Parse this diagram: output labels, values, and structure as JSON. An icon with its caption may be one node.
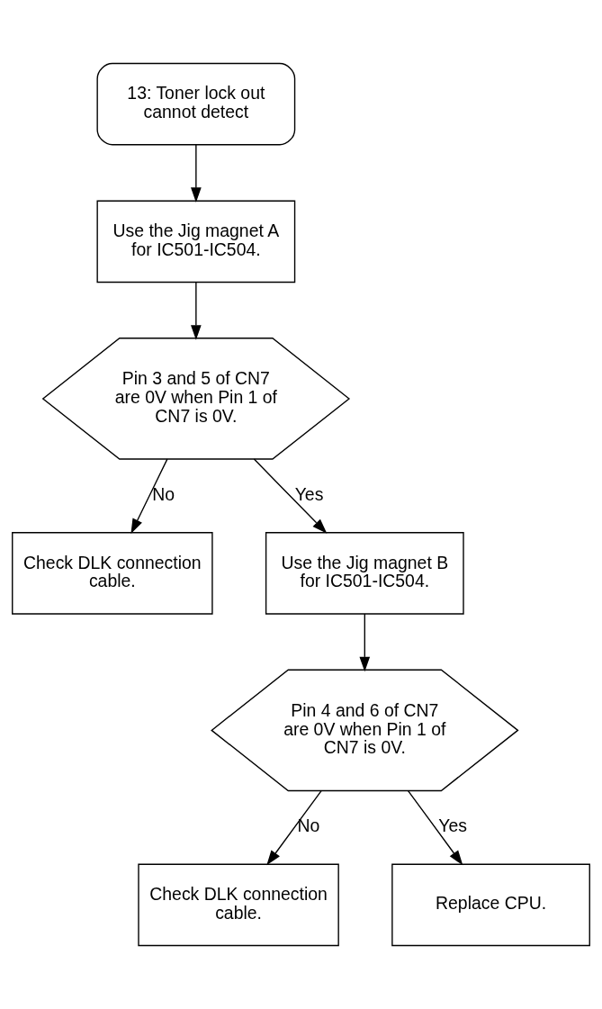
{
  "diagram": {
    "nodes": [
      {
        "text": [
          "13: Toner lock out cannot detect"
        ]
      },
      {
        "text": [
          "Use the Jig magnet A for IC501-IC504."
        ]
      },
      {
        "text": [
          "Pin 3 and 5 of CN7 are 0V when Pin 1 of CN7 is 0V."
        ]
      },
      {
        "text": [
          "Check DLK connection cable."
        ]
      },
      {
        "text": [
          "Use the Jig magnet B for IC501-IC504."
        ]
      },
      {
        "text": [
          "Pin 4 and 6 of CN7 are 0V when Pin 1 of CN7 is 0V."
        ]
      },
      {
        "text": [
          "Check DLK connection cable."
        ]
      },
      {
        "text": [
          "Replace CPU."
        ]
      }
    ],
    "edges": [
      {
        "from": 0,
        "to": 1,
        "arrow": "to"
      },
      {
        "from": 1,
        "to": 2,
        "arrow": "to"
      },
      {
        "from": 2,
        "to": 3,
        "arrow": "to",
        "label": "No"
      },
      {
        "from": 2,
        "to": 4,
        "arrow": "to",
        "label": "Yes"
      },
      {
        "from": 4,
        "to": 5,
        "arrow": "to"
      },
      {
        "from": 5,
        "to": 6,
        "arrow": "to",
        "label": "No"
      },
      {
        "from": 5,
        "to": 7,
        "arrow": "to",
        "label": "Yes"
      }
    ]
  }
}
